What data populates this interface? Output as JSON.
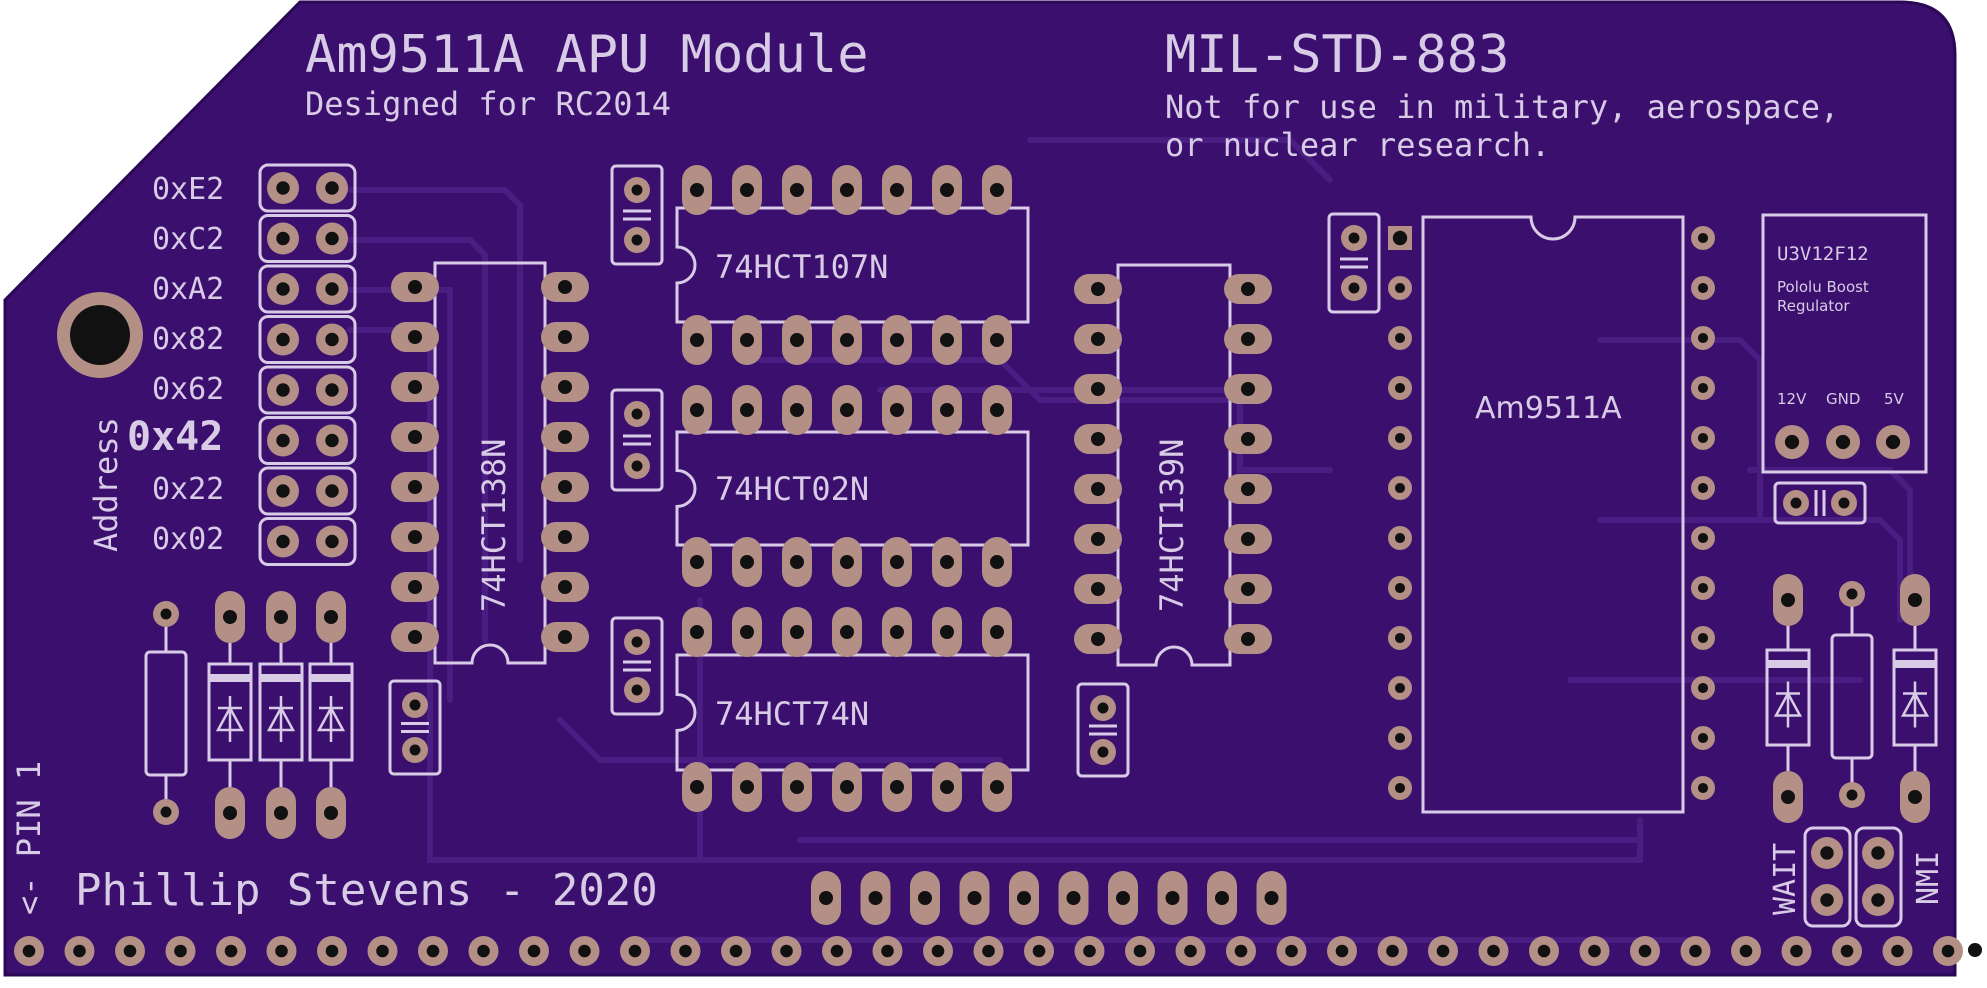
{
  "colors": {
    "board": "#3b0f6e",
    "board_edge": "#2a0856",
    "trace": "#4a1d82",
    "silk": "#d8cbe6",
    "pad": "#b38f86",
    "pad_stroke": "#8d6b63",
    "hole": "#111111",
    "mount_hole_ring": "#b38f86"
  },
  "title": {
    "main": "Am9511A APU Module",
    "sub": "Designed for RC2014",
    "standard": "MIL-STD-883",
    "disclaimer_line1": "Not for use in military, aerospace,",
    "disclaimer_line2": "or nuclear research."
  },
  "address": {
    "label": "Address",
    "options": [
      "0xE2",
      "0xC2",
      "0xA2",
      "0x82",
      "0x62",
      "0x42",
      "0x22",
      "0x02"
    ],
    "selected": "0x42"
  },
  "chips": {
    "u1": "74HCT138N",
    "u2": "74HCT107N",
    "u3": "74HCT02N",
    "u4": "74HCT74N",
    "u5": "74HCT139N",
    "u6": "Am9511A"
  },
  "regulator": {
    "part": "U3V12F12",
    "name_line1": "Pololu Boost",
    "name_line2": "Regulator",
    "pins": [
      "12V",
      "GND",
      "5V"
    ]
  },
  "jumpers": {
    "wait": "WAIT",
    "nmi": "NMI"
  },
  "footer": {
    "pin1": "<- PIN 1",
    "author": "Phillip Stevens - 2020"
  }
}
